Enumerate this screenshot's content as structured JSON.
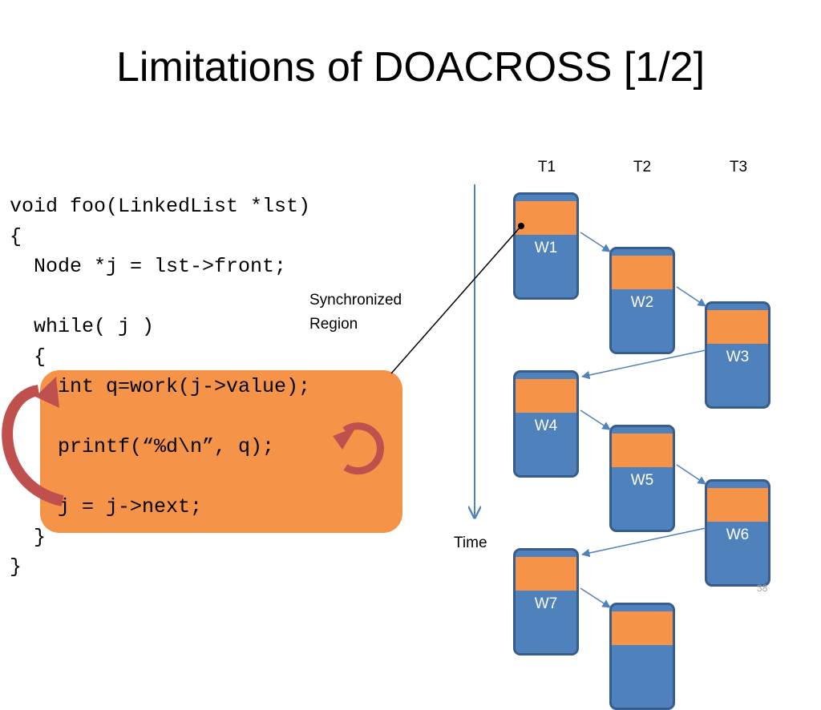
{
  "slide": {
    "title": "Limitations of DOACROSS [1/2]",
    "page_number": "38"
  },
  "code": {
    "lines": [
      "void foo(LinkedList *lst)",
      "{",
      "  Node *j = lst->front;",
      "",
      "  while( j )",
      "  {",
      "    int q=work(j->value);",
      "",
      "    printf(“%d\\n”, q);",
      "",
      "    j = j->next;",
      "  }",
      "}"
    ]
  },
  "annotation": {
    "sync_label_line1": "Synchronized",
    "sync_label_line2": "Region"
  },
  "timeline": {
    "time_label": "Time",
    "threads": [
      "T1",
      "T2",
      "T3"
    ],
    "work_blocks": [
      {
        "label": "W1",
        "thread": "T1"
      },
      {
        "label": "W2",
        "thread": "T2"
      },
      {
        "label": "W3",
        "thread": "T3"
      },
      {
        "label": "W4",
        "thread": "T1"
      },
      {
        "label": "W5",
        "thread": "T2"
      },
      {
        "label": "W6",
        "thread": "T3"
      },
      {
        "label": "W7",
        "thread": "T1"
      },
      {
        "label": "",
        "thread": "T2"
      }
    ]
  },
  "colors": {
    "sync_region": "#f59349",
    "work_block": "#4f81bd",
    "work_border": "#385d8a",
    "loop_arrow": "#c0504d",
    "dependency_arrow": "#4f81bd"
  }
}
